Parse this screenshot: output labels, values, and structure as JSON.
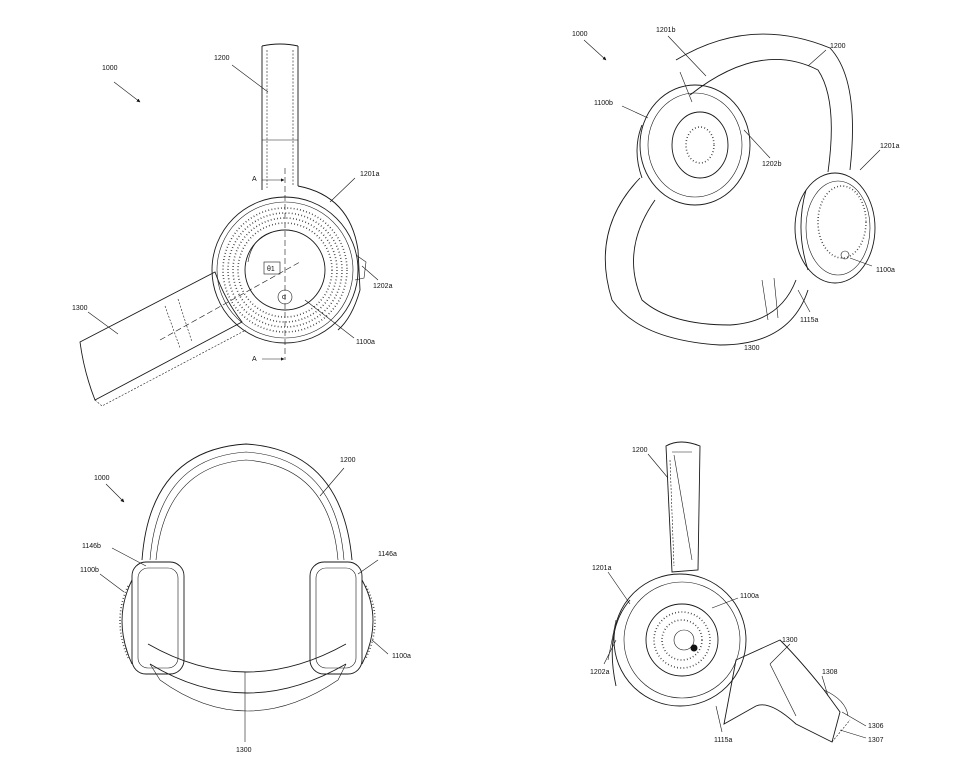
{
  "figures": [
    {
      "id": "fig-top-left",
      "labels": {
        "assembly": "1000",
        "headband": "1200",
        "portion_a": "1201a",
        "cover_a": "1202a",
        "visor": "1300",
        "earcup_a": "1100a",
        "section_top": "A",
        "section_bottom": "A",
        "angle_theta": "θ1",
        "angle_alpha": "α"
      }
    },
    {
      "id": "fig-top-right",
      "labels": {
        "assembly": "1000",
        "portion_b": "1201b",
        "headband": "1200",
        "earcup_b": "1100b",
        "cover_b": "1202b",
        "portion_a": "1201a",
        "earcup_a": "1100a",
        "arm_a": "1115a",
        "visor": "1300"
      }
    },
    {
      "id": "fig-bottom-left",
      "labels": {
        "assembly": "1000",
        "headband": "1200",
        "cushion_b": "1146b",
        "cushion_a": "1146a",
        "earcup_b": "1100b",
        "earcup_a": "1100a",
        "visor": "1300"
      }
    },
    {
      "id": "fig-bottom-right",
      "labels": {
        "headband": "1200",
        "portion_a": "1201a",
        "earcup_a": "1100a",
        "cover_a": "1202a",
        "visor": "1300",
        "nozzle_1308": "1308",
        "nozzle_1306": "1306",
        "nozzle_1307": "1307",
        "arm_a": "1115a"
      }
    }
  ]
}
